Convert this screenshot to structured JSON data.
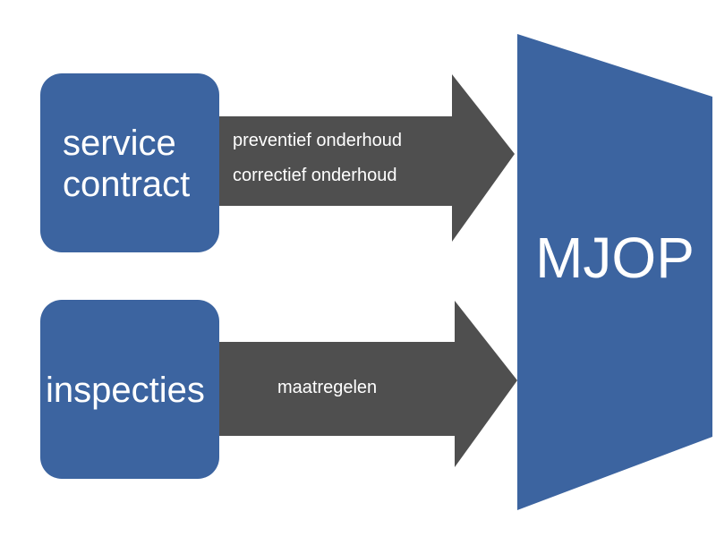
{
  "colors": {
    "box": "#3c64a0",
    "arrow": "#4f4f4f",
    "target": "#3c64a0",
    "text": "#ffffff",
    "background": "#ffffff"
  },
  "nodes": {
    "service_contract": {
      "line1": "service",
      "line2": "contract"
    },
    "inspecties": {
      "label": "inspecties"
    },
    "target": {
      "label": "MJOP"
    }
  },
  "edges": {
    "top_arrow": {
      "labels": [
        "preventief onderhoud",
        "correctief onderhoud"
      ]
    },
    "bottom_arrow": {
      "labels": [
        "maatregelen"
      ]
    }
  }
}
